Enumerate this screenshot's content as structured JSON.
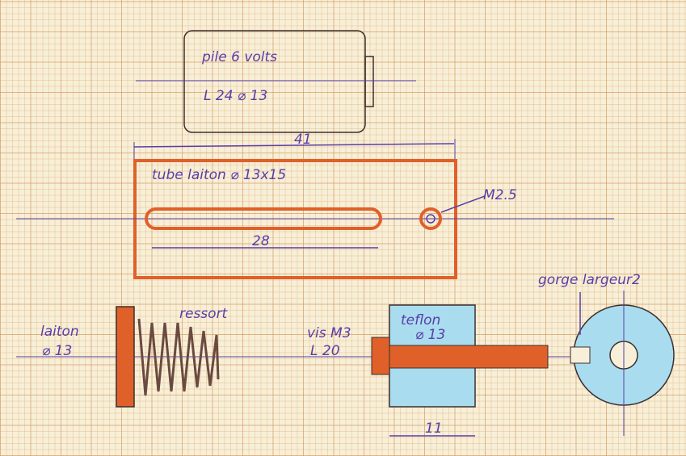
{
  "battery": {
    "title": "pile 6 volts",
    "dims": "L 24 ⌀ 13"
  },
  "tube": {
    "length_dim": "41",
    "label": "tube laiton ⌀ 13x15",
    "hole_label": "M2.5",
    "slot_dim": "28"
  },
  "lower": {
    "cap_label": "laiton",
    "cap_dim": "⌀ 13",
    "spring_label": "ressort",
    "screw_label": "vis M3",
    "screw_length": "L 20",
    "insulator_label": "teflon",
    "insulator_dim": "⌀ 13",
    "insulator_width_dim": "11",
    "groove_label": "gorge largeur2"
  },
  "colors": {
    "ink": "#5a3ea8",
    "brass": "#e0602a",
    "teflon": "#a9dcef",
    "pencil": "#3b3030"
  }
}
